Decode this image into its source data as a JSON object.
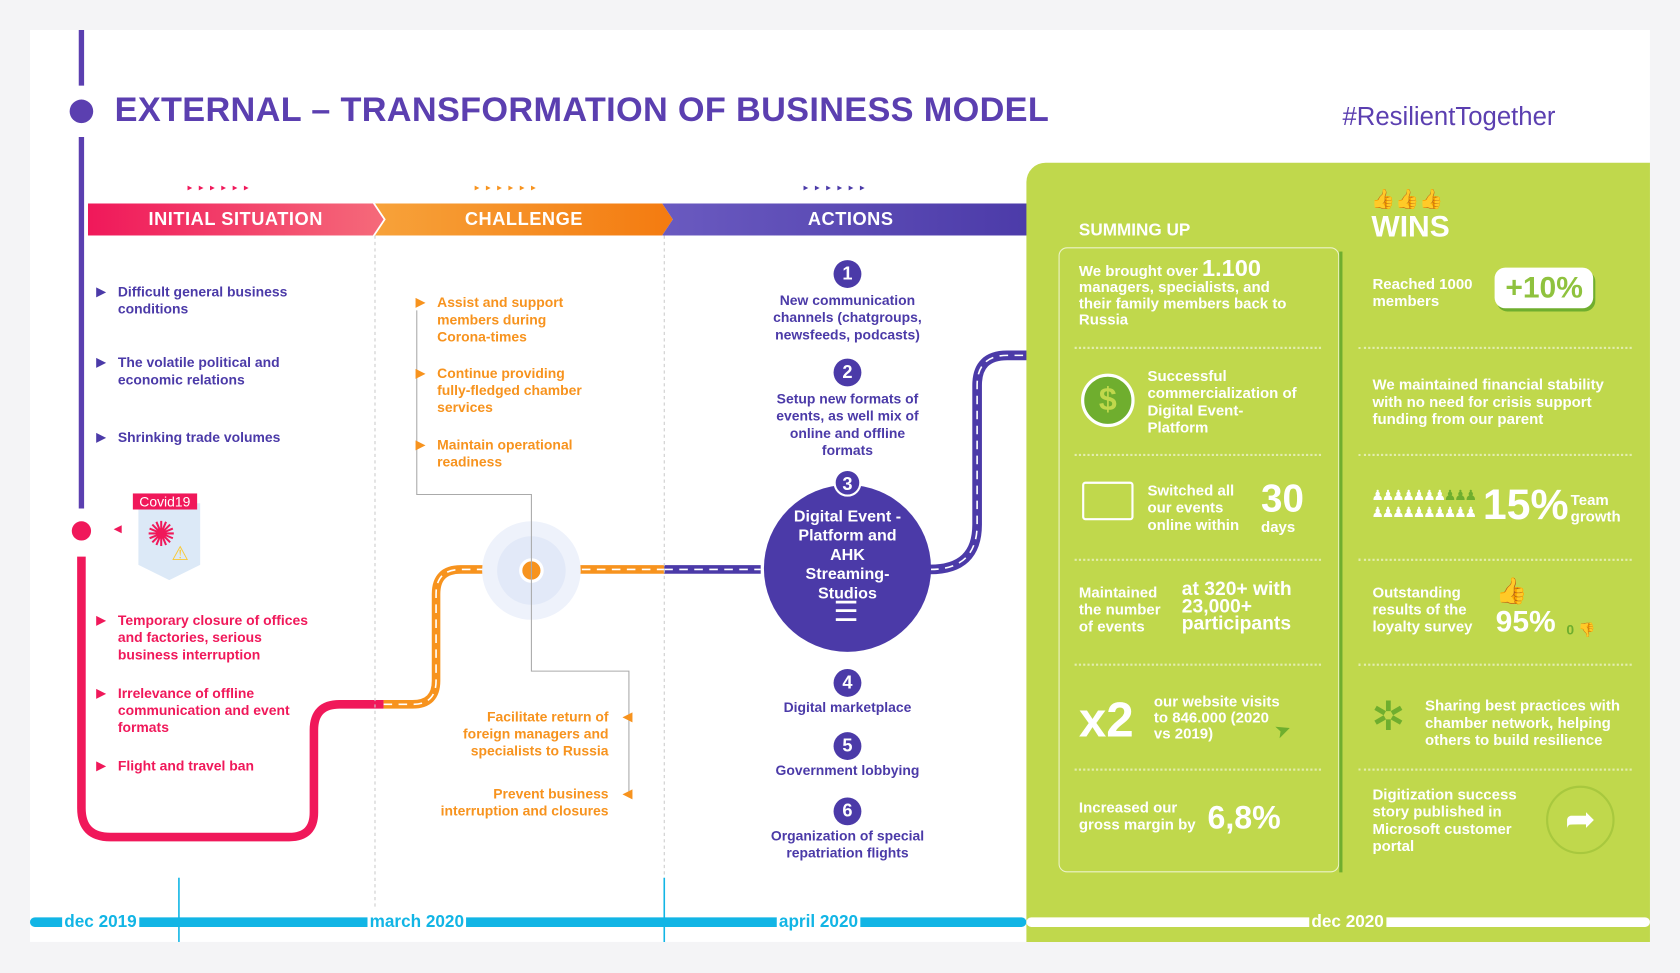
{
  "title": "EXTERNAL – TRANSFORMATION OF BUSINESS MODEL",
  "hashtag": "#ResilientTogether",
  "sections": {
    "initial": "INITIAL SITUATION",
    "challenge": "CHALLENGE",
    "actions": "ACTIONS",
    "summing": "SUMMING UP",
    "wins": "WINS"
  },
  "colors": {
    "purple": "#5b3fb0",
    "pink": "#f0185a",
    "orange": "#f7931e",
    "green": "#c0d84c",
    "cyan": "#12b5e5"
  },
  "initial_items": [
    "Difficult general business conditions",
    "The volatile political and economic relations",
    "Shrinking trade volumes"
  ],
  "covid_label": "Covid19",
  "covid_items": [
    "Temporary closure of offices and factories, serious business interruption",
    "Irrelevance of offline communication and event formats",
    "Flight and travel ban"
  ],
  "challenge_items": [
    "Assist and support members during Corona-times",
    "Continue providing fully-fledged chamber services",
    "Maintain operational readiness"
  ],
  "challenge_items_lower": [
    "Facilitate return of foreign managers and specialists to Russia",
    "Prevent business interruption and closures"
  ],
  "actions": [
    {
      "n": "1",
      "text": "New communication channels (chatgroups, newsfeeds, podcasts)"
    },
    {
      "n": "2",
      "text": "Setup new formats of events, as well mix of online and offline formats"
    },
    {
      "n": "3",
      "text": "Digital Event - Platform and AHK Streaming-Studios"
    },
    {
      "n": "4",
      "text": "Digital marketplace"
    },
    {
      "n": "5",
      "text": "Government lobbying"
    },
    {
      "n": "6",
      "text": "Organization of special repatriation flights"
    }
  ],
  "summing": {
    "s1_pre": "We brought over",
    "s1_num": "1.100",
    "s1_post": "managers, specialists, and their family members back to Russia",
    "s2": "Successful commercialization of Digital Event- Platform",
    "s3_pre": "Switched all our events online within",
    "s3_num": "30",
    "s3_unit": "days",
    "s4_left": "Maintained the number of events",
    "s4_right": "at 320+ with 23,000+ participants",
    "s5_num": "x2",
    "s5_text": "our website visits to 846.000 (2020 vs 2019)",
    "s6_pre": "Increased our gross margin by",
    "s6_num": "6,8%"
  },
  "wins": {
    "w1_text": "Reached 1000 members",
    "w1_badge": "+10%",
    "w2": "We maintained financial stability with no need for crisis support funding from our parent",
    "w3_num": "15%",
    "w3_text": "Team growth",
    "w4_text": "Outstanding results of the loyalty survey",
    "w4_num": "95%",
    "w4_neg": "0",
    "w5": "Sharing best practices with chamber network, helping others to build resilience",
    "w6": "Digitization success story published in Microsoft customer portal"
  },
  "timeline": [
    "dec 2019",
    "march 2020",
    "april 2020",
    "dec 2020"
  ]
}
